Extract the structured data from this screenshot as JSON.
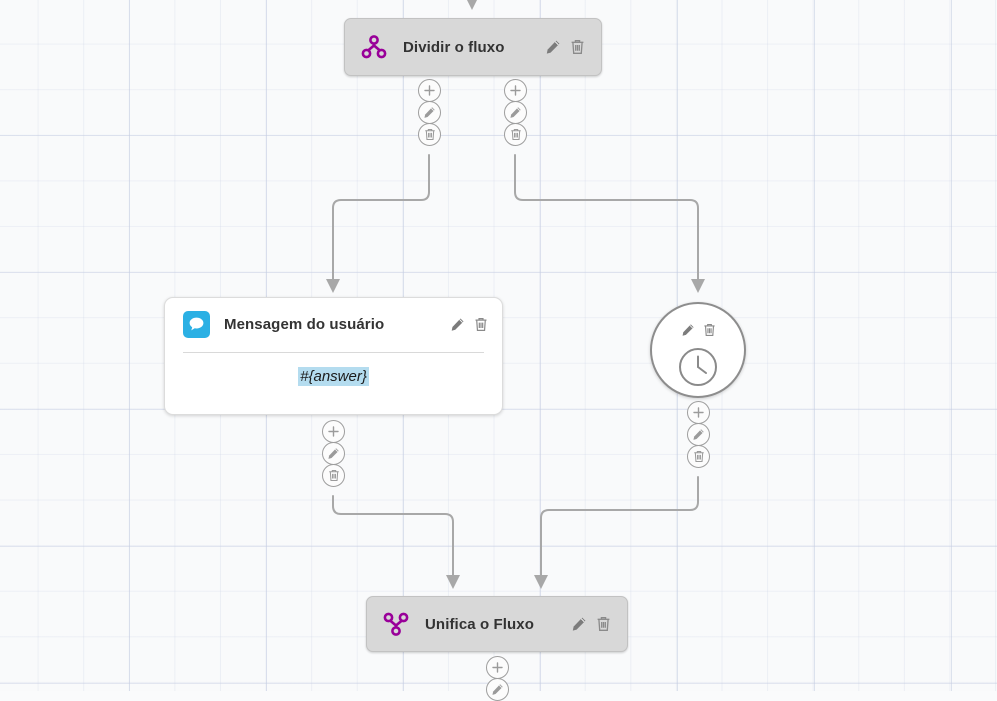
{
  "canvas": {
    "background_color": "#f9fafb",
    "grid_line_color": "#c5cde2"
  },
  "nodes": [
    {
      "id": "split",
      "type": "flow-split",
      "title": "Dividir o fluxo",
      "icon": "flow-split-icon",
      "icon_color": "#990099",
      "style": "gray-bar",
      "actions": [
        "edit-icon",
        "delete-icon"
      ]
    },
    {
      "id": "user-message",
      "type": "user-message",
      "title": "Mensagem do usuário",
      "icon": "chat-bubble-icon",
      "icon_color": "#2bb0e4",
      "style": "white-card",
      "actions": [
        "edit-icon",
        "delete-icon"
      ],
      "body_token": "#{answer}",
      "body_token_highlight": "#b4dcef"
    },
    {
      "id": "delay",
      "type": "delay",
      "title": "",
      "icon": "clock-icon",
      "icon_color": "#777777",
      "style": "circle",
      "actions": [
        "edit-icon",
        "delete-icon"
      ]
    },
    {
      "id": "merge",
      "type": "flow-merge",
      "title": "Unifica o Fluxo",
      "icon": "flow-merge-icon",
      "icon_color": "#990099",
      "style": "gray-bar",
      "actions": [
        "edit-icon",
        "delete-icon"
      ]
    }
  ],
  "connector_stacks": [
    {
      "id": "split-out-left",
      "buttons": [
        "add-icon",
        "edit-icon",
        "delete-icon"
      ]
    },
    {
      "id": "split-out-right",
      "buttons": [
        "add-icon",
        "edit-icon",
        "delete-icon"
      ]
    },
    {
      "id": "message-out",
      "buttons": [
        "add-icon",
        "edit-icon",
        "delete-icon"
      ]
    },
    {
      "id": "delay-out",
      "buttons": [
        "add-icon",
        "edit-icon",
        "delete-icon"
      ]
    },
    {
      "id": "merge-out",
      "buttons": [
        "add-icon",
        "edit-icon"
      ]
    }
  ],
  "edges": [
    {
      "id": "incoming-to-split",
      "from": "canvas-top",
      "to": "split"
    },
    {
      "id": "split-to-message",
      "from": "split",
      "to": "user-message"
    },
    {
      "id": "split-to-delay",
      "from": "split",
      "to": "delay"
    },
    {
      "id": "message-to-merge",
      "from": "user-message",
      "to": "merge"
    },
    {
      "id": "delay-to-merge",
      "from": "delay",
      "to": "merge"
    }
  ],
  "edge_style": {
    "color": "#a8a8a8",
    "arrowhead": "triangle"
  }
}
